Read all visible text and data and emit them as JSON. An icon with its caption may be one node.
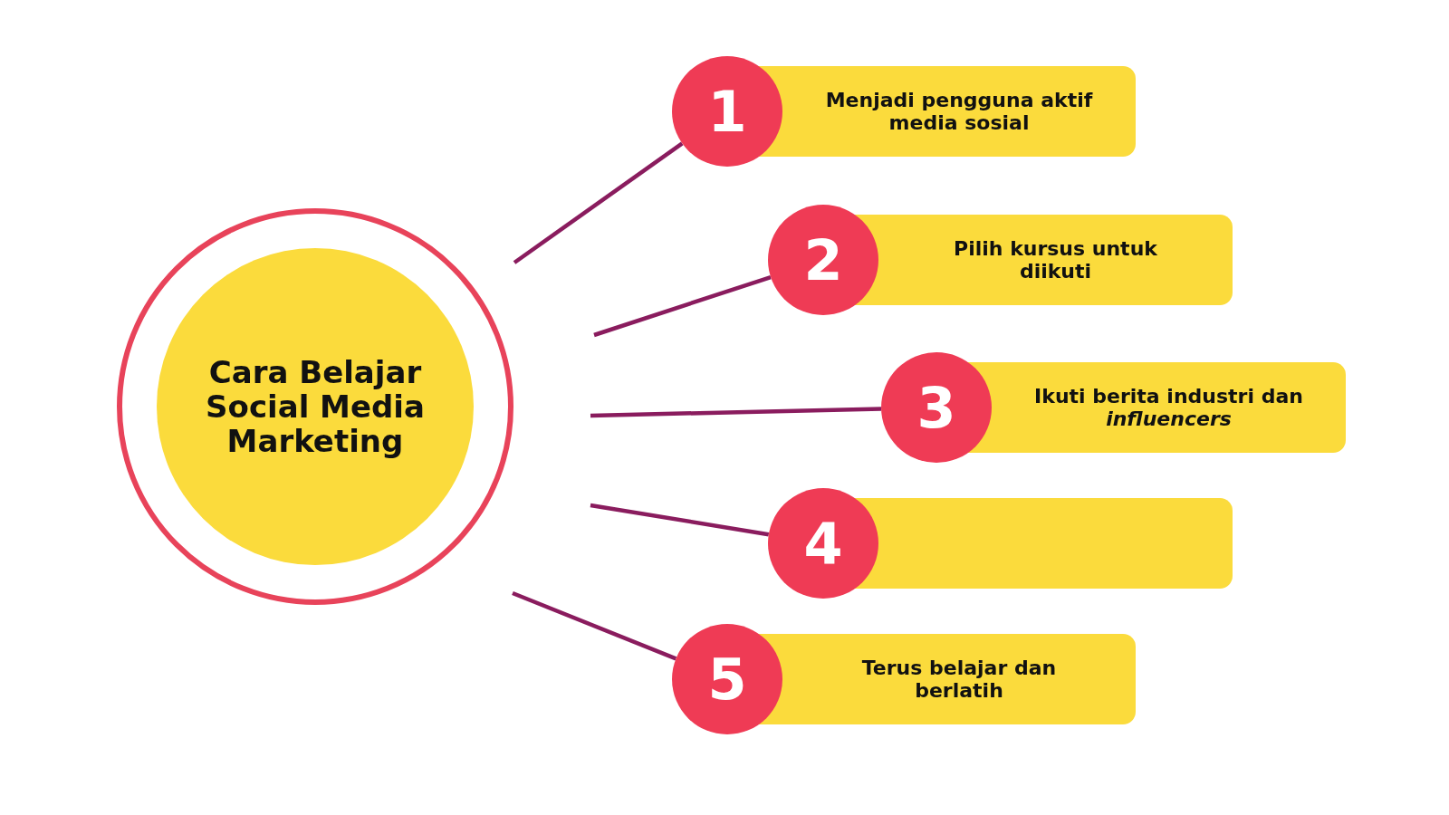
{
  "diagram": {
    "nodes": [
      {
        "text": [
          "Cara Belajar Social Media Marketing"
        ]
      },
      {
        "text": [
          "1",
          "Menjadi pengguna aktif media sosial"
        ]
      },
      {
        "text": [
          "2",
          "Pilih kursus untuk diikuti"
        ]
      },
      {
        "text": [
          "3",
          "Ikuti berita industri dan *influencers*"
        ]
      },
      {
        "text": [
          "4"
        ]
      },
      {
        "text": [
          "5",
          "Terus belajar dan berlatih"
        ]
      }
    ],
    "edges": [
      {
        "from": 0,
        "to": 1,
        "arrow": "none"
      },
      {
        "from": 0,
        "to": 2,
        "arrow": "none"
      },
      {
        "from": 0,
        "to": 3,
        "arrow": "none"
      },
      {
        "from": 0,
        "to": 4,
        "arrow": "none"
      },
      {
        "from": 0,
        "to": 5,
        "arrow": "none"
      }
    ]
  }
}
